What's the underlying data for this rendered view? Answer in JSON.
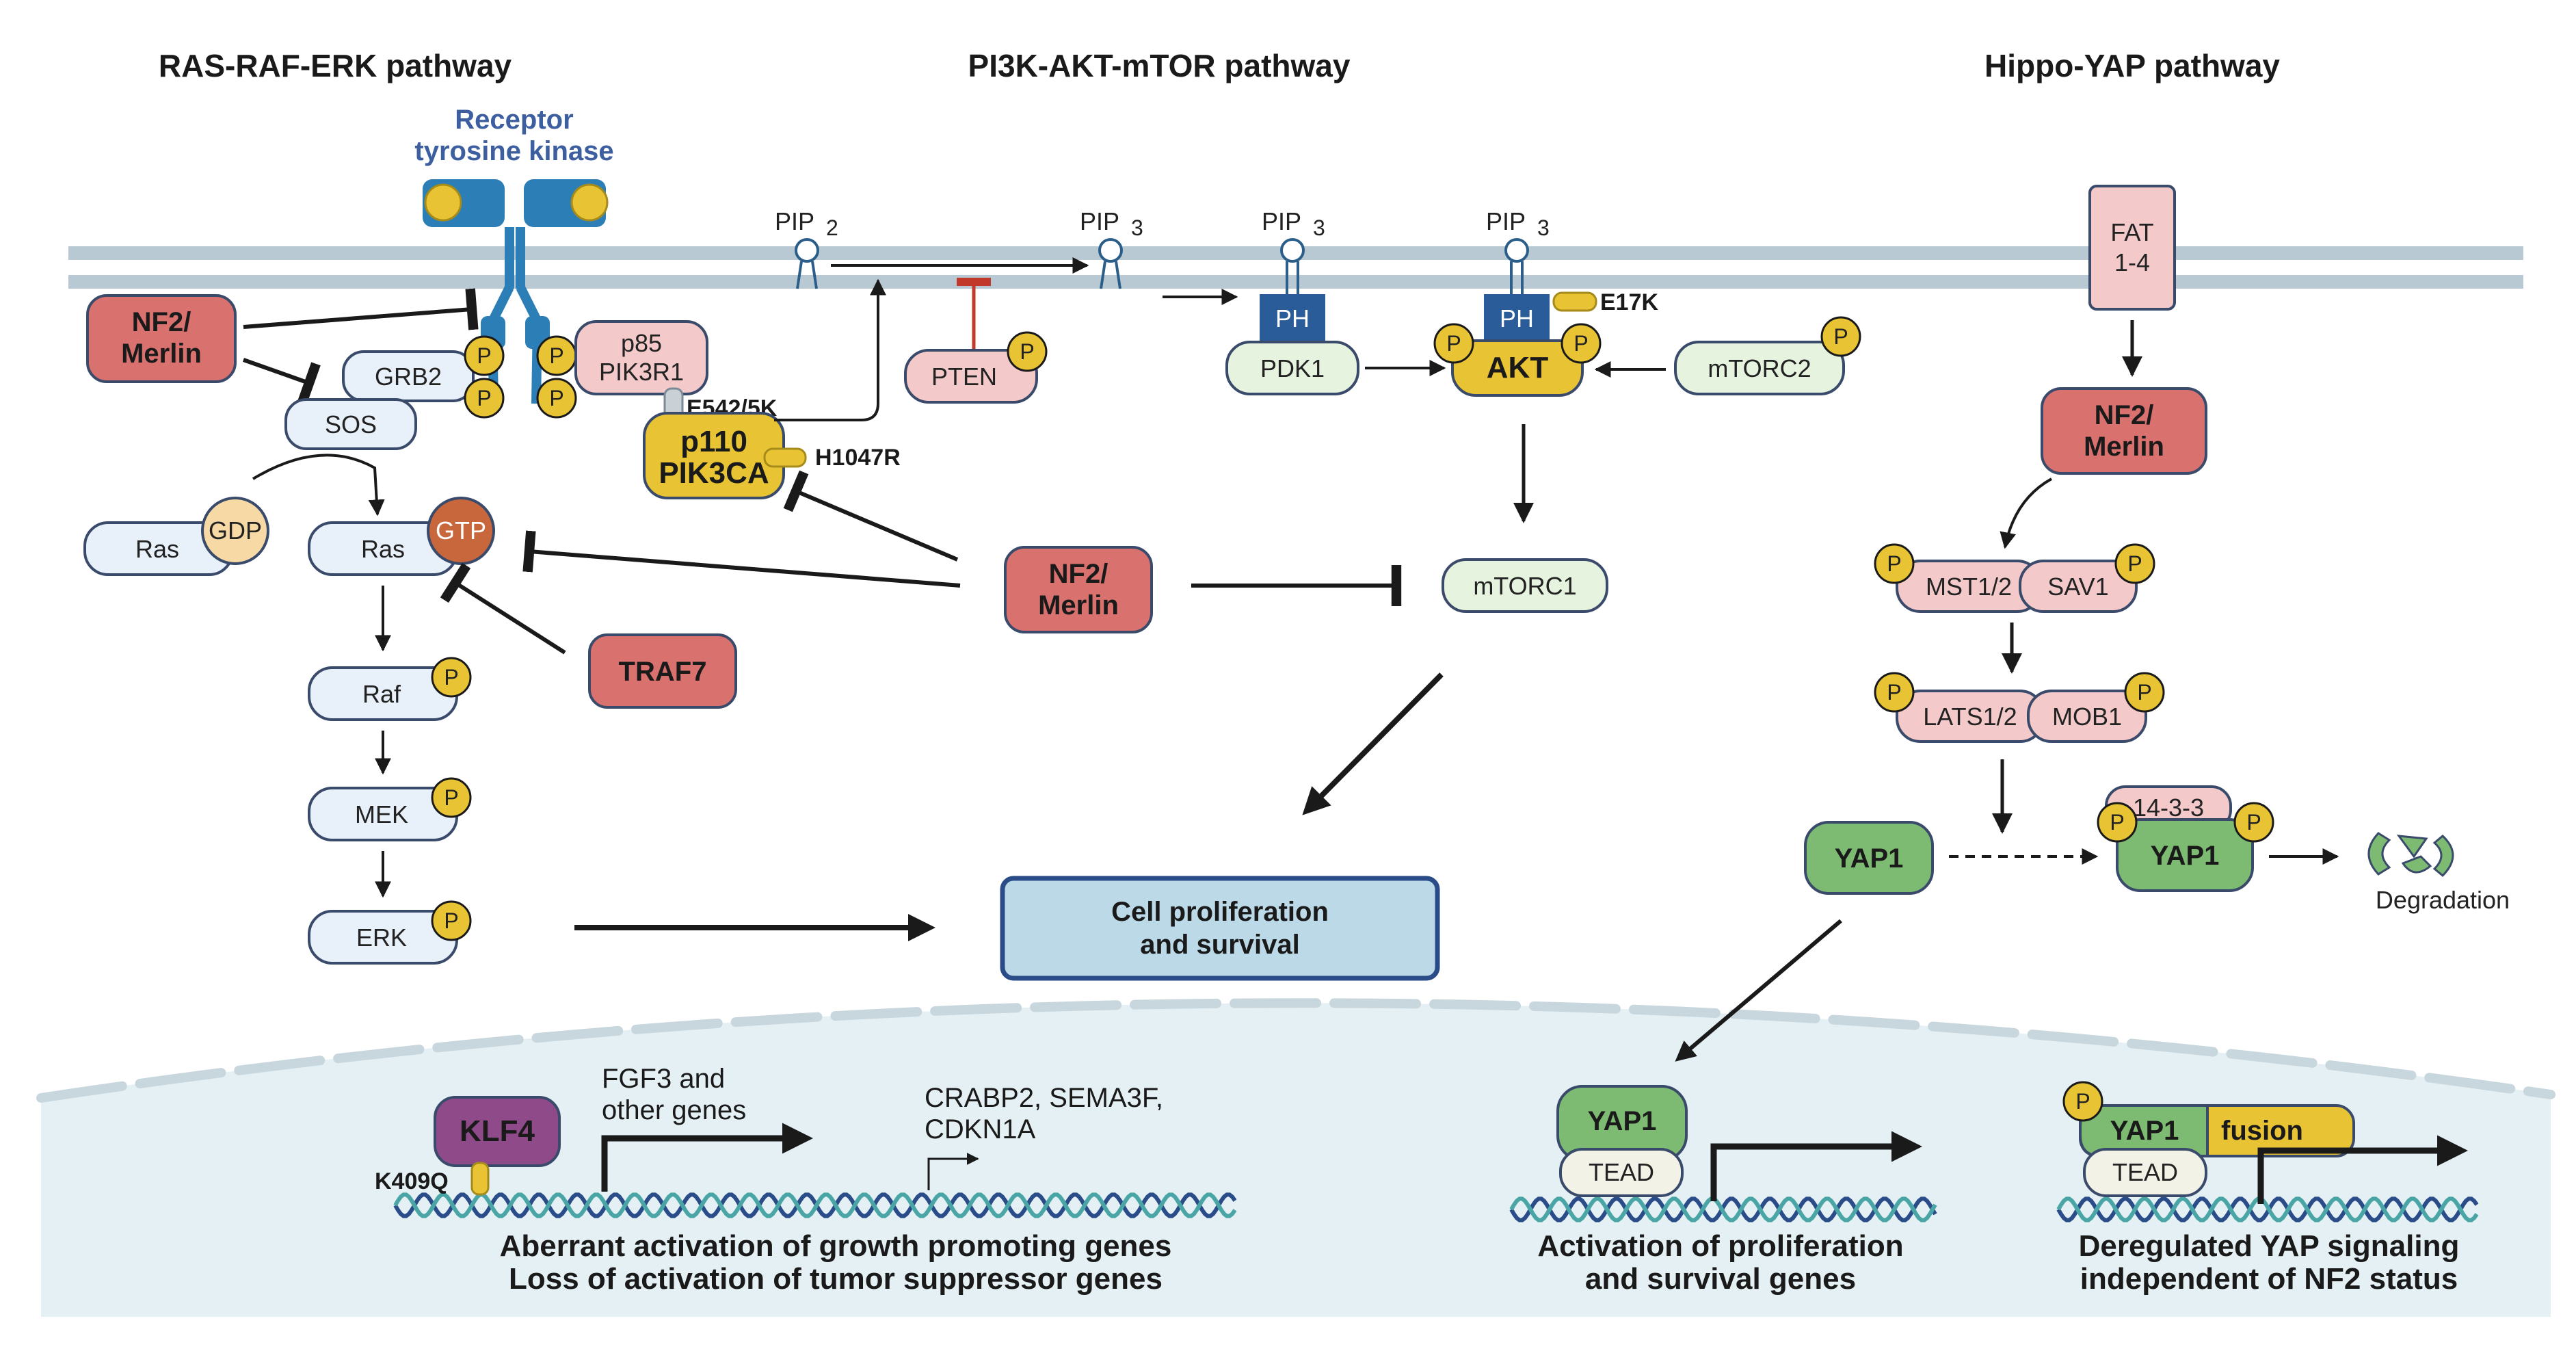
{
  "pathways": {
    "ras": "RAS-RAF-ERK pathway",
    "pi3k": "PI3K-AKT-mTOR pathway",
    "hippo": "Hippo-YAP pathway"
  },
  "receptor": {
    "line1": "Receptor",
    "line2": "tyrosine kinase"
  },
  "pip": {
    "pip": "PIP",
    "sub2": "2",
    "sub3": "3"
  },
  "phospho": "P",
  "nodes": {
    "nf2_line1": "NF2/",
    "nf2_line2": "Merlin",
    "grb2": "GRB2",
    "sos": "SOS",
    "p85_line1": "p85",
    "p85_line2": "PIK3R1",
    "p110_line1": "p110",
    "p110_line2": "PIK3CA",
    "pten": "PTEN",
    "pdk1": "PDK1",
    "ph": "PH",
    "akt": "AKT",
    "mtorc2": "mTORC2",
    "mtorc1": "mTORC1",
    "ras": "Ras",
    "gdp": "GDP",
    "gtp": "GTP",
    "traf7": "TRAF7",
    "raf": "Raf",
    "mek": "MEK",
    "erk": "ERK",
    "fat_line1": "FAT",
    "fat_line2": "1-4",
    "mst": "MST1/2",
    "sav1": "SAV1",
    "lats": "LATS1/2",
    "mob1": "MOB1",
    "yap1": "YAP1",
    "p1433": "14-3-3",
    "degradation": "Degradation",
    "klf4": "KLF4",
    "tead": "TEAD",
    "fusion": "fusion"
  },
  "mutations": {
    "e542": "E542/5K",
    "h1047": "H1047R",
    "e17k": "E17K",
    "k409q": "K409Q"
  },
  "outcome": {
    "line1": "Cell proliferation",
    "line2": "and survival"
  },
  "genes": {
    "fgf_line1": "FGF3 and",
    "fgf_line2": "other genes",
    "crabp_line1": "CRABP2, SEMA3F,",
    "crabp_line2": "CDKN1A"
  },
  "captions": {
    "klf4_line1": "Aberrant activation of growth promoting genes",
    "klf4_line2": "Loss of activation of tumor suppressor genes",
    "yap_line1": "Activation of proliferation",
    "yap_line2": "and survival genes",
    "fusion_line1": "Deregulated YAP signaling",
    "fusion_line2": "independent of NF2 status"
  },
  "colors": {
    "nf2": "#d9716f",
    "blue_node": "#e8f0f9",
    "green_node": "#e6f3df",
    "pink_node": "#f3c9c9",
    "yellow": "#e8c434",
    "yap": "#7dbb72",
    "klf4": "#8f4a8a",
    "membrane": "#b9c9d3",
    "nucleus": "#e4f0f4",
    "outcome": "#bcd9e8",
    "receptor": "#2b7fb6"
  }
}
